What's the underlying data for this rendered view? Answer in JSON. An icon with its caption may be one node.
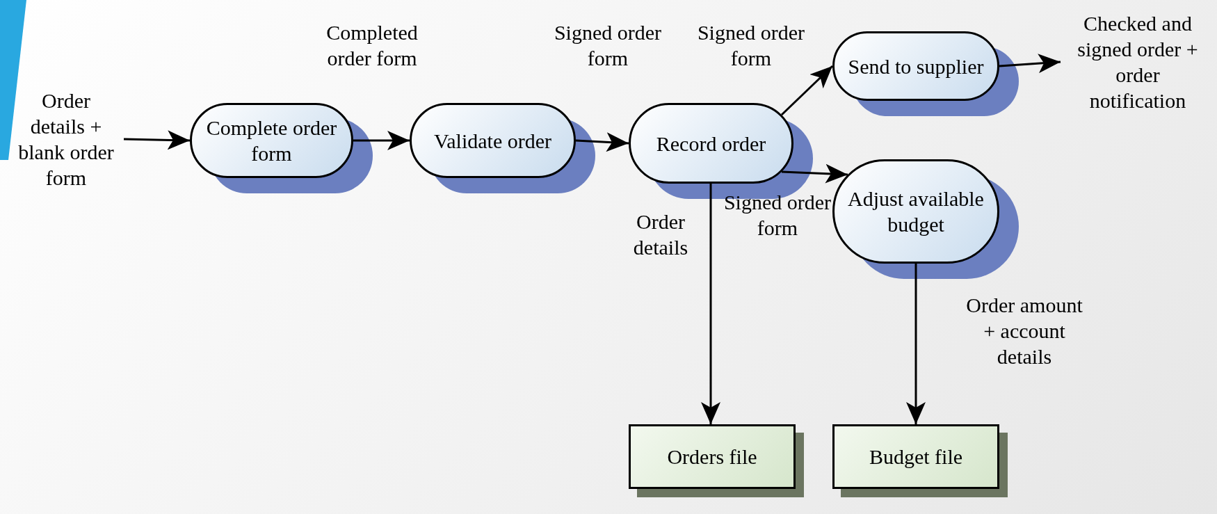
{
  "diagram": {
    "nodes": [
      {
        "text": [
          "Order details + blank order form"
        ]
      },
      {
        "text": [
          "Complete order form"
        ]
      },
      {
        "text": [
          "Validate order"
        ]
      },
      {
        "text": [
          "Record order"
        ]
      },
      {
        "text": [
          "Send to supplier"
        ]
      },
      {
        "text": [
          "Adjust available budget"
        ]
      },
      {
        "text": [
          "Checked and signed order + order notification"
        ]
      },
      {
        "text": [
          "Orders file"
        ]
      },
      {
        "text": [
          "Budget file"
        ]
      }
    ],
    "edges": [
      {
        "from": 0,
        "to": 1,
        "arrow": "to"
      },
      {
        "from": 1,
        "to": 2,
        "arrow": "to",
        "label": "Completed order form"
      },
      {
        "from": 2,
        "to": 3,
        "arrow": "to",
        "label": "Signed order form"
      },
      {
        "from": 3,
        "to": 4,
        "arrow": "to",
        "label": "Signed order form"
      },
      {
        "from": 3,
        "to": 5,
        "arrow": "to",
        "label": "Signed order form"
      },
      {
        "from": 4,
        "to": 6,
        "arrow": "to"
      },
      {
        "from": 3,
        "to": 7,
        "arrow": "to",
        "label": "Order details"
      },
      {
        "from": 5,
        "to": 8,
        "arrow": "to",
        "label": "Order amount + account details"
      }
    ]
  }
}
